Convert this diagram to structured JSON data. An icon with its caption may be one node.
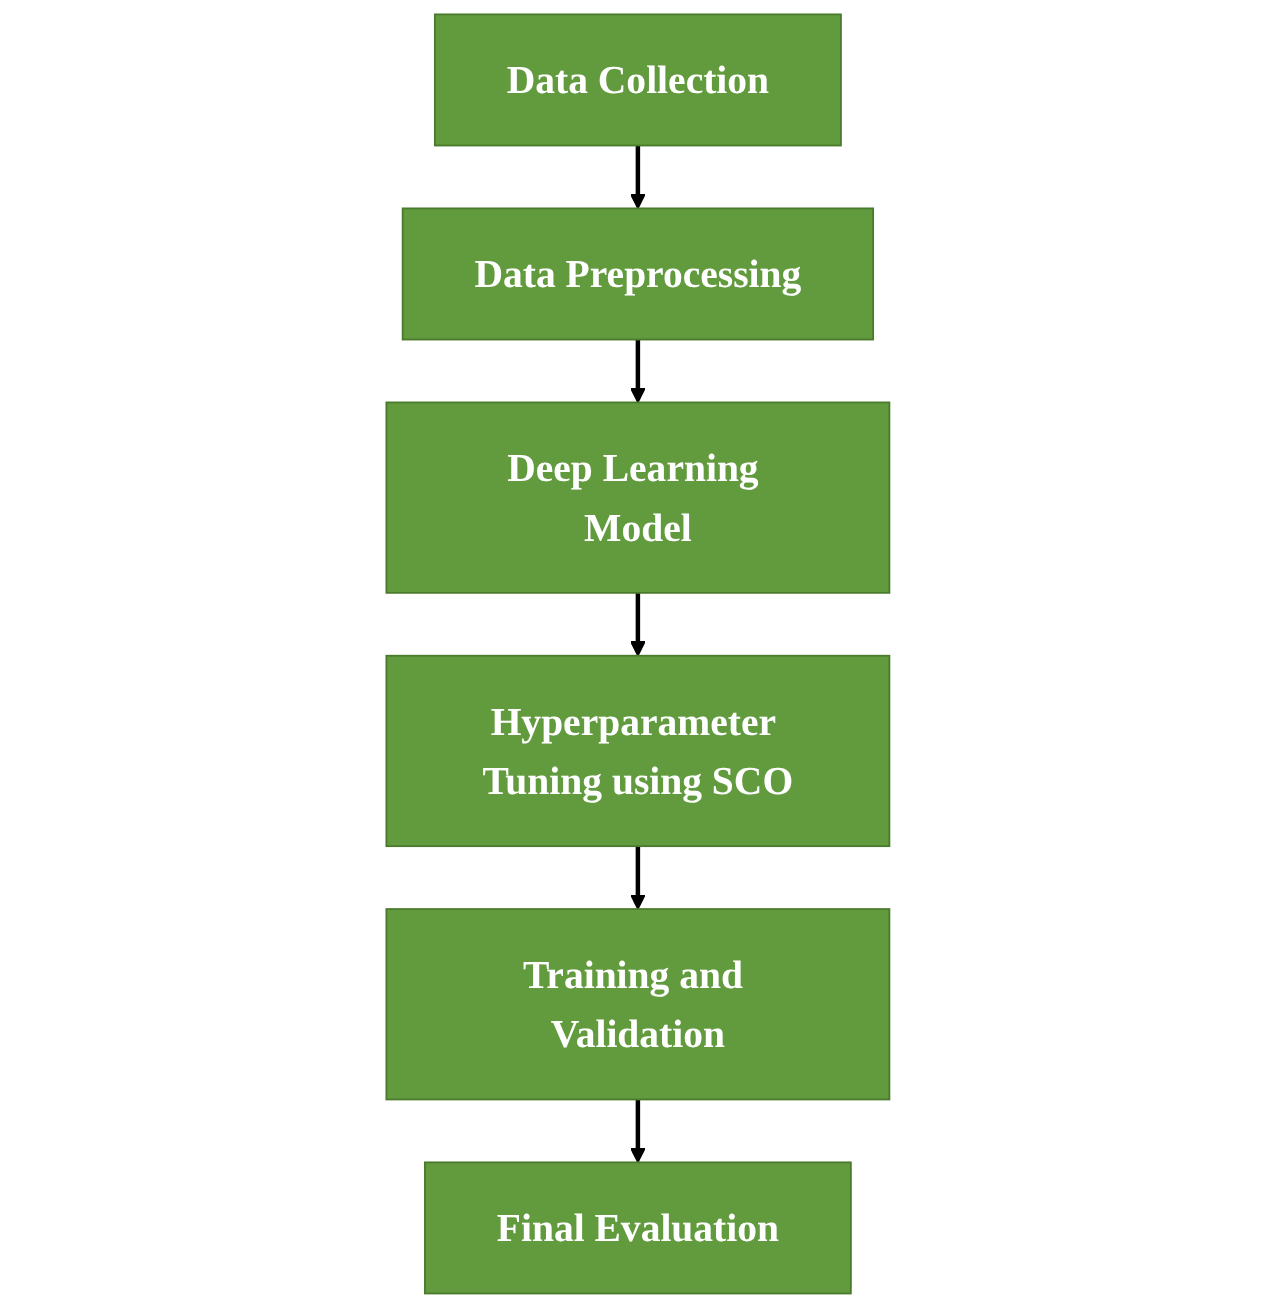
{
  "diagram": {
    "nodes": [
      {
        "text": [
          "Data Collection"
        ]
      },
      {
        "text": [
          "Data Preprocessing"
        ]
      },
      {
        "text": [
          "Deep Learning Model"
        ]
      },
      {
        "text": [
          "Hyperparameter Tuning using SCO"
        ]
      },
      {
        "text": [
          "Training and Validation"
        ]
      },
      {
        "text": [
          "Final Evaluation"
        ]
      }
    ],
    "edges": [
      {
        "from": 0,
        "to": 1,
        "arrow": "to"
      },
      {
        "from": 1,
        "to": 2,
        "arrow": "to"
      },
      {
        "from": 2,
        "to": 3,
        "arrow": "to"
      },
      {
        "from": 3,
        "to": 4,
        "arrow": "to"
      },
      {
        "from": 4,
        "to": 5,
        "arrow": "to"
      }
    ]
  }
}
